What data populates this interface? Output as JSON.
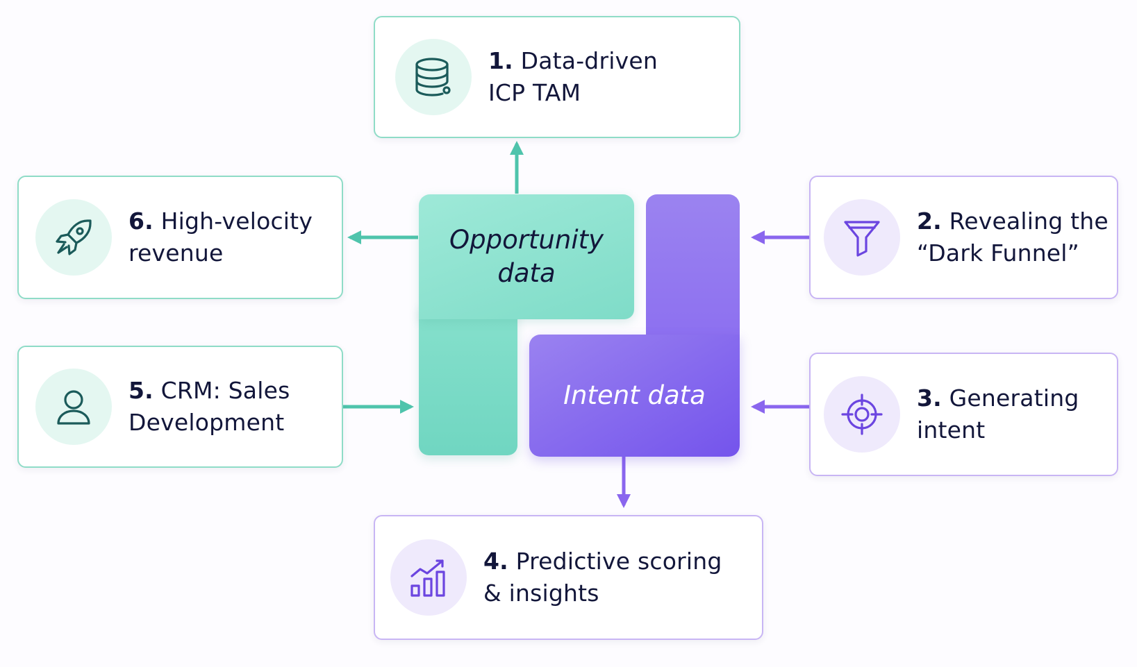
{
  "center": {
    "opportunity_label": "Opportunity data",
    "intent_label": "Intent data"
  },
  "cards": [
    {
      "number": "1.",
      "line1": "Data-driven",
      "line2": "ICP TAM",
      "icon": "database-icon",
      "theme": "teal"
    },
    {
      "number": "2.",
      "line1": "Revealing the",
      "line2": "“Dark Funnel”",
      "icon": "funnel-icon",
      "theme": "purple"
    },
    {
      "number": "3.",
      "line1": "Generating",
      "line2": "intent",
      "icon": "target-icon",
      "theme": "purple"
    },
    {
      "number": "4.",
      "line1": "Predictive scoring",
      "line2": "& insights",
      "icon": "bar-chart-growth-icon",
      "theme": "purple"
    },
    {
      "number": "5.",
      "line1": "CRM: Sales",
      "line2": "Development",
      "icon": "user-icon",
      "theme": "teal"
    },
    {
      "number": "6.",
      "line1": "High-velocity",
      "line2": "revenue",
      "icon": "rocket-icon",
      "theme": "teal"
    }
  ],
  "colors": {
    "teal": "#4fc4ac",
    "teal_dark": "#1b5b5a",
    "purple": "#8a66ee",
    "purple_dark": "#6b45e0",
    "text": "#12163a"
  }
}
